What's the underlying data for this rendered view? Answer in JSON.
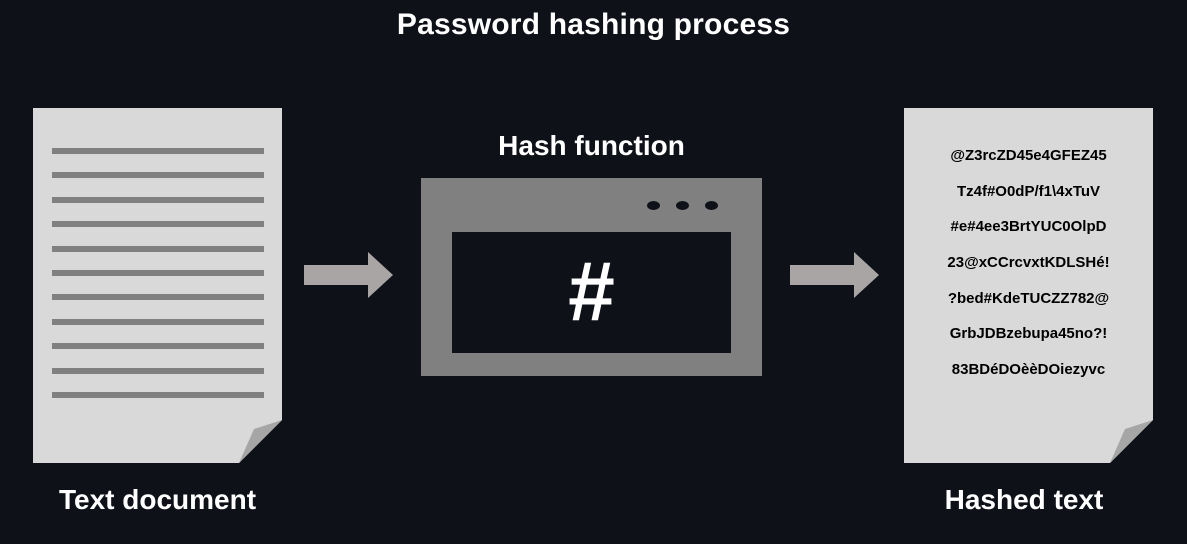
{
  "title": "Password hashing process",
  "left_document": {
    "caption": "Text document",
    "line_count": 11
  },
  "hash_function": {
    "caption": "Hash function",
    "symbol": "#",
    "window_dots": 3
  },
  "right_document": {
    "caption": "Hashed text",
    "lines": [
      "@Z3rcZD45e4GFEZ45",
      "Tz4f#O0dP/f1\\4xTuV",
      "#e#4ee3BrtYUC0OlpD",
      "23@xCCrcvxtKDLSHé!",
      "?bed#KdeTUCZZ782@",
      "GrbJDBzebupa45no?!",
      "83BDéDOèèDOiezyvc"
    ]
  },
  "colors": {
    "background": "#0e1118",
    "paper": "#d9d9d9",
    "paper_fold": "#a6a6a6",
    "doc_lines": "#808080",
    "arrow": "#a9a5a5",
    "window": "#808080",
    "text": "#ffffff"
  }
}
